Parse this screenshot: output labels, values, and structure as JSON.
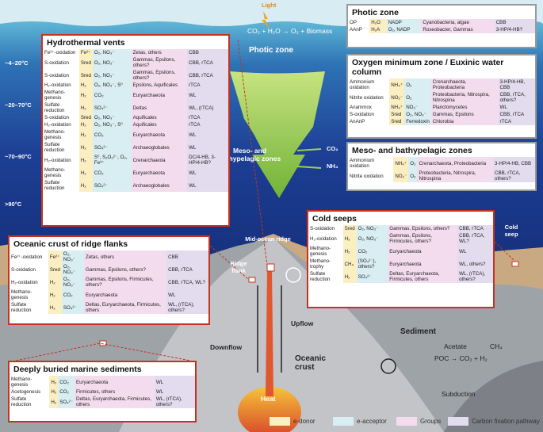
{
  "top": {
    "light": "Light",
    "equation": "CO₂ + H₂O → O₂ + Biomass",
    "photic": "Photic zone",
    "meso": "Meso- and bathypelagic zones",
    "co2": "CO₂",
    "nh4": "NH₄"
  },
  "labels": {
    "mid_ocean_ridge": "Mid-ocean ridge",
    "ridge_flank": "Ridge flank",
    "cold_seep": "Cold seep",
    "upflow": "Upflow",
    "downflow": "Downflow",
    "oceanic_crust": "Oceanic crust",
    "sediment": "Sediment",
    "heat": "Heat",
    "subduction": "Subduction",
    "acetate": "Acetate",
    "ch4": "CH₄",
    "poc": "POC → CO₂ + H₂"
  },
  "temps": [
    "~4–20°C",
    "~20–70°C",
    "~70–90°C",
    ">90°C"
  ],
  "panels": {
    "hydrothermal": {
      "title": "Hydrothermal vents",
      "rows": [
        [
          "Fe²⁺-oxidation",
          "Fe²⁺",
          "O₂, NO₃⁻",
          "Zetas, others",
          "CBB"
        ],
        [
          "S-oxidation",
          "Sred",
          "O₂, NO₃⁻",
          "Gammas, Epsilons, others?",
          "CBB, rTCA"
        ],
        [
          "S-oxidation",
          "Sred",
          "O₂, NO₃⁻",
          "Gammas, Epsilons, others?",
          "CBB, rTCA"
        ],
        [
          "H₂-oxidation",
          "H₂",
          "O₂, NO₃⁻, S⁰",
          "Epsilons, Aquificales",
          "rTCA"
        ],
        [
          "Methano- genesis",
          "H₂",
          "CO₂",
          "Euryarchaeota",
          "WL"
        ],
        [
          "Sulfate reduction",
          "H₂",
          "SO₄²⁻",
          "Deltas",
          "WL, (rTCA)"
        ],
        [
          "S-oxidation",
          "Sred",
          "O₂, NO₃⁻",
          "Aquificales",
          "rTCA"
        ],
        [
          "H₂-oxidation",
          "H₂",
          "O₂, NO₃⁻, S⁰",
          "Aquificales",
          "rTCA"
        ],
        [
          "Methano- genesis",
          "H₂",
          "CO₂",
          "Euryarchaeota",
          "WL"
        ],
        [
          "Sulfate reduction",
          "H₂",
          "SO₄²⁻",
          "Archaeoglobales",
          "WL"
        ],
        [
          "H₂-oxidation",
          "H₂",
          "S⁰, S₂O₃²⁻, O₂, Fe³⁺",
          "Crenarchaeota",
          "DC/4-HB, 3-HP/4-HB?"
        ],
        [
          "Methano- genesis",
          "H₂",
          "CO₂",
          "Euryarchaeota",
          "WL"
        ],
        [
          "Sulfate reduction",
          "H₂",
          "SO₄²⁻",
          "Archaeoglobales",
          "WL"
        ]
      ]
    },
    "photic": {
      "title": "Photic zone",
      "rows": [
        [
          "OP",
          "H₂O",
          "NADP",
          "Cyanobacteria, algae",
          "CBB"
        ],
        [
          "AAnP",
          "H₂A",
          "O₂, NADP",
          "Roseobacter, Gammas",
          "3-HP/4-HB?"
        ]
      ]
    },
    "omz": {
      "title": "Oxygen minimum zone / Euxinic water column",
      "rows": [
        [
          "Ammonium oxidation",
          "NH₄⁺",
          "O₂",
          "Crenarchaeota, Proteobacteria",
          "3-HP/4-HB, CBB"
        ],
        [
          "Nitrite oxidation",
          "NO₂⁻",
          "O₂",
          "Proteobacteria, Nitrospira, Nitrospina",
          "CBB, rTCA, others?"
        ],
        [
          "Anammox",
          "NH₄⁺",
          "NO₂⁻",
          "Planctomycetes",
          "WL"
        ],
        [
          "S-oxidation",
          "Sred",
          "O₂, NO₃⁻",
          "Gammas, Epsilons",
          "CBB, rTCA"
        ],
        [
          "AnAnP",
          "Sred",
          "Ferredoxin",
          "Chlorobia",
          "rTCA"
        ]
      ]
    },
    "meso": {
      "title": "Meso- and bathypelagic zones",
      "rows": [
        [
          "Ammonium oxidation",
          "NH₄⁺",
          "O₂",
          "Crenarchaeota, Proteobacteria",
          "3-HP/4-HB, CBB"
        ],
        [
          "Nitrite oxidation",
          "NO₂⁻",
          "O₂",
          "Proteobacteria, Nitrospira, Nitrospina",
          "CBB, rTCA, others?"
        ]
      ]
    },
    "flanks": {
      "title": "Oceanic crust of ridge flanks",
      "rows": [
        [
          "Fe²⁺-oxidation",
          "Fe²⁺",
          "O₂, NO₃⁻",
          "Zetas, others",
          "CBB"
        ],
        [
          "S-oxidation",
          "Sred",
          "O₂, NO₃⁻",
          "Gammas, Epsilons, others?",
          "CBB, rTCA"
        ],
        [
          "H₂-oxidation",
          "H₂",
          "O₂, NO₃⁻",
          "Gammas, Epsilons, Firmicutes, others?",
          "CBB, rTCA, WL?"
        ],
        [
          "Methano- genesis",
          "H₂",
          "CO₂",
          "Euryarchaeota",
          "WL"
        ],
        [
          "Sulfate reduction",
          "H₂",
          "SO₄²⁻",
          "Deltas, Euryarchaeota, Firmicutes, others",
          "WL, (rTCA), others?"
        ]
      ]
    },
    "seeps": {
      "title": "Cold seeps",
      "rows": [
        [
          "S-oxidation",
          "Sred",
          "O₂, NO₃⁻",
          "Gammas, Epsilons, others?",
          "CBB, rTCA"
        ],
        [
          "H₂-oxidation",
          "H₂",
          "O₂, NO₃⁻",
          "Gammas, Epsilons, Firmicutes, others?",
          "CBB, rTCA, WL?"
        ],
        [
          "Methano- genesis",
          "H₂",
          "CO₂",
          "Euryarchaeota",
          "WL"
        ],
        [
          "Methano- trophy",
          "CH₄",
          "(SO₄²⁻), others?",
          "Euryarchaeota",
          "WL, others?"
        ],
        [
          "Sulfate reduction",
          "H₂",
          "SO₄²⁻",
          "Deltas, Euryarchaeota, Firmicutes, others",
          "WL, (rTCA), others?"
        ]
      ]
    },
    "buried": {
      "title": "Deeply buried marine sediments",
      "rows": [
        [
          "Methano- genesis",
          "H₂",
          "CO₂",
          "Euryarchaeota",
          "WL"
        ],
        [
          "Acetogenesis",
          "H₂",
          "CO₂",
          "Firmicutes, others",
          "WL"
        ],
        [
          "Sulfate reduction",
          "H₂",
          "SO₄²⁻",
          "Deltas, Euryarchaeota, Firmicutes, others",
          "WL, (rTCA), others?"
        ]
      ]
    }
  },
  "legend": [
    {
      "label": "e-donor",
      "color": "#fbeec0"
    },
    {
      "label": "e-acceptor",
      "color": "#d9eef2"
    },
    {
      "label": "Groups",
      "color": "#f4dcef"
    },
    {
      "label": "Carbon fixation pathway",
      "color": "#e3dbee"
    }
  ]
}
